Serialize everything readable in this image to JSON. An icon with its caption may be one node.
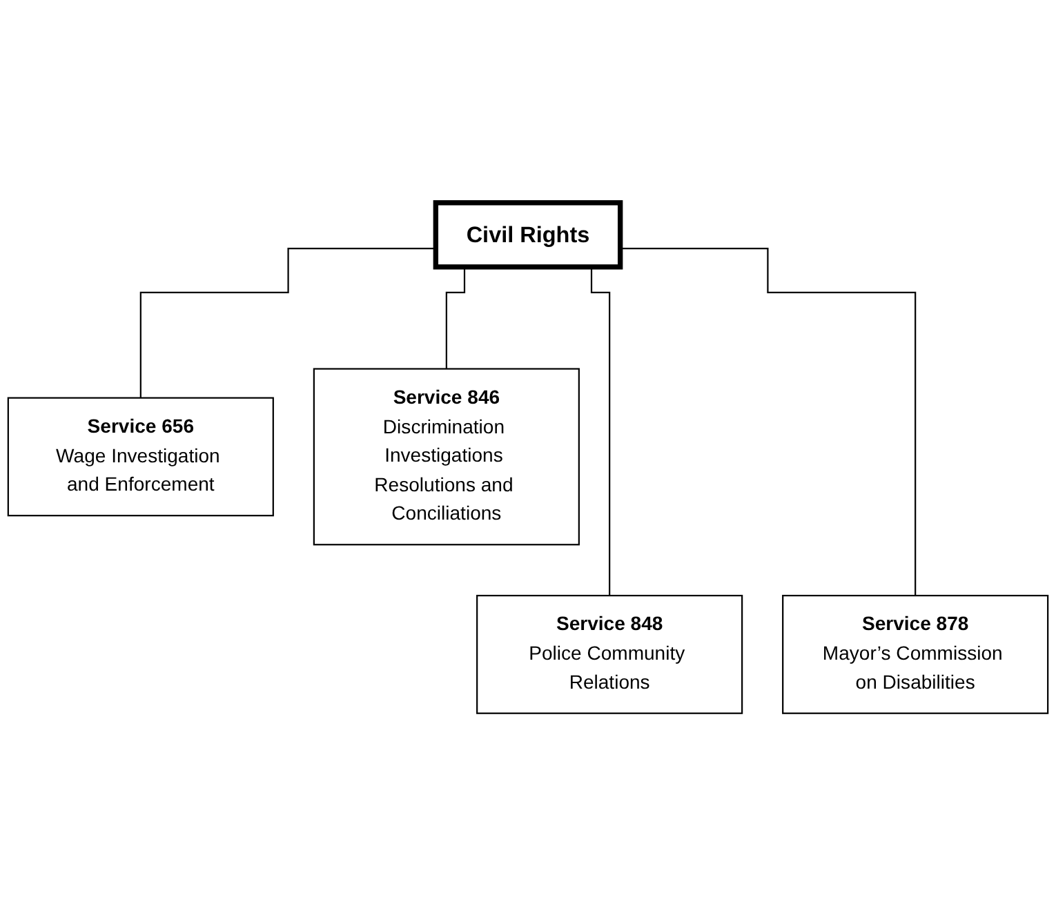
{
  "diagram": {
    "nodes": [
      {
        "text": [
          "Civil Rights"
        ]
      },
      {
        "text": [
          "Service 656",
          "Wage Investigation and Enforcement"
        ]
      },
      {
        "text": [
          "Service 846",
          "Discrimination Investigations Resolutions and Conciliations"
        ]
      },
      {
        "text": [
          "Service 848",
          "Police Community Relations"
        ]
      },
      {
        "text": [
          "Service 878",
          "Mayor’s Commission on Disabilities"
        ]
      }
    ],
    "edges": [
      {
        "from": 0,
        "to": 1,
        "arrow": "none"
      },
      {
        "from": 0,
        "to": 2,
        "arrow": "none"
      },
      {
        "from": 0,
        "to": 3,
        "arrow": "none"
      },
      {
        "from": 0,
        "to": 4,
        "arrow": "none"
      }
    ]
  }
}
